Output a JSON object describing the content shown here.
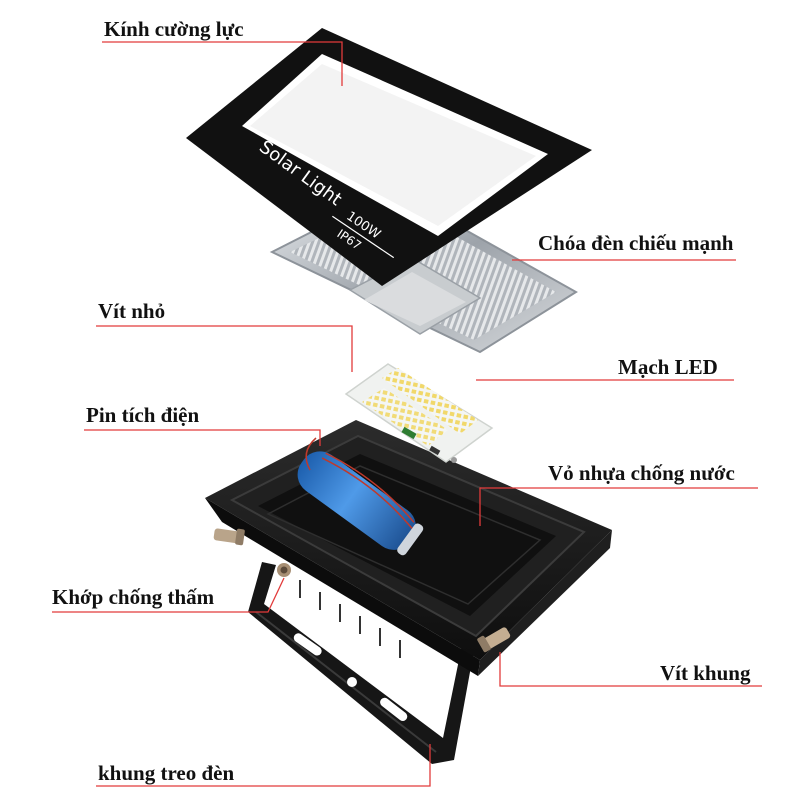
{
  "labels": {
    "tempered_glass": "Kính cường lực",
    "reflector": "Chóa đèn chiếu mạnh",
    "small_screw": "Vít nhỏ",
    "led_board": "Mạch LED",
    "battery": "Pin tích điện",
    "waterproof_shell": "Vỏ nhựa chống nước",
    "waterproof_joint": "Khớp chống thấm",
    "frame_screw": "Vít khung",
    "mounting_bracket": "khung treo đèn"
  },
  "glass_print": {
    "brand": "Solar Light",
    "power": "100W",
    "rating": "IP67"
  },
  "colors": {
    "leader_line": "#e23b3b",
    "label_text": "#111111",
    "glass": "#121212",
    "housing": "#1a1a1a",
    "battery": "#2f7fd6",
    "pcb": "#f2f4f2",
    "led": "#f3dc74",
    "reflector": "#b7bcc2"
  },
  "icons": {
    "glass_panel": "tempered-glass-panel",
    "reflector": "reflector-tray",
    "led_board": "led-circuit-board",
    "battery": "cylindrical-battery",
    "shell": "plastic-housing",
    "bracket": "u-bracket"
  }
}
